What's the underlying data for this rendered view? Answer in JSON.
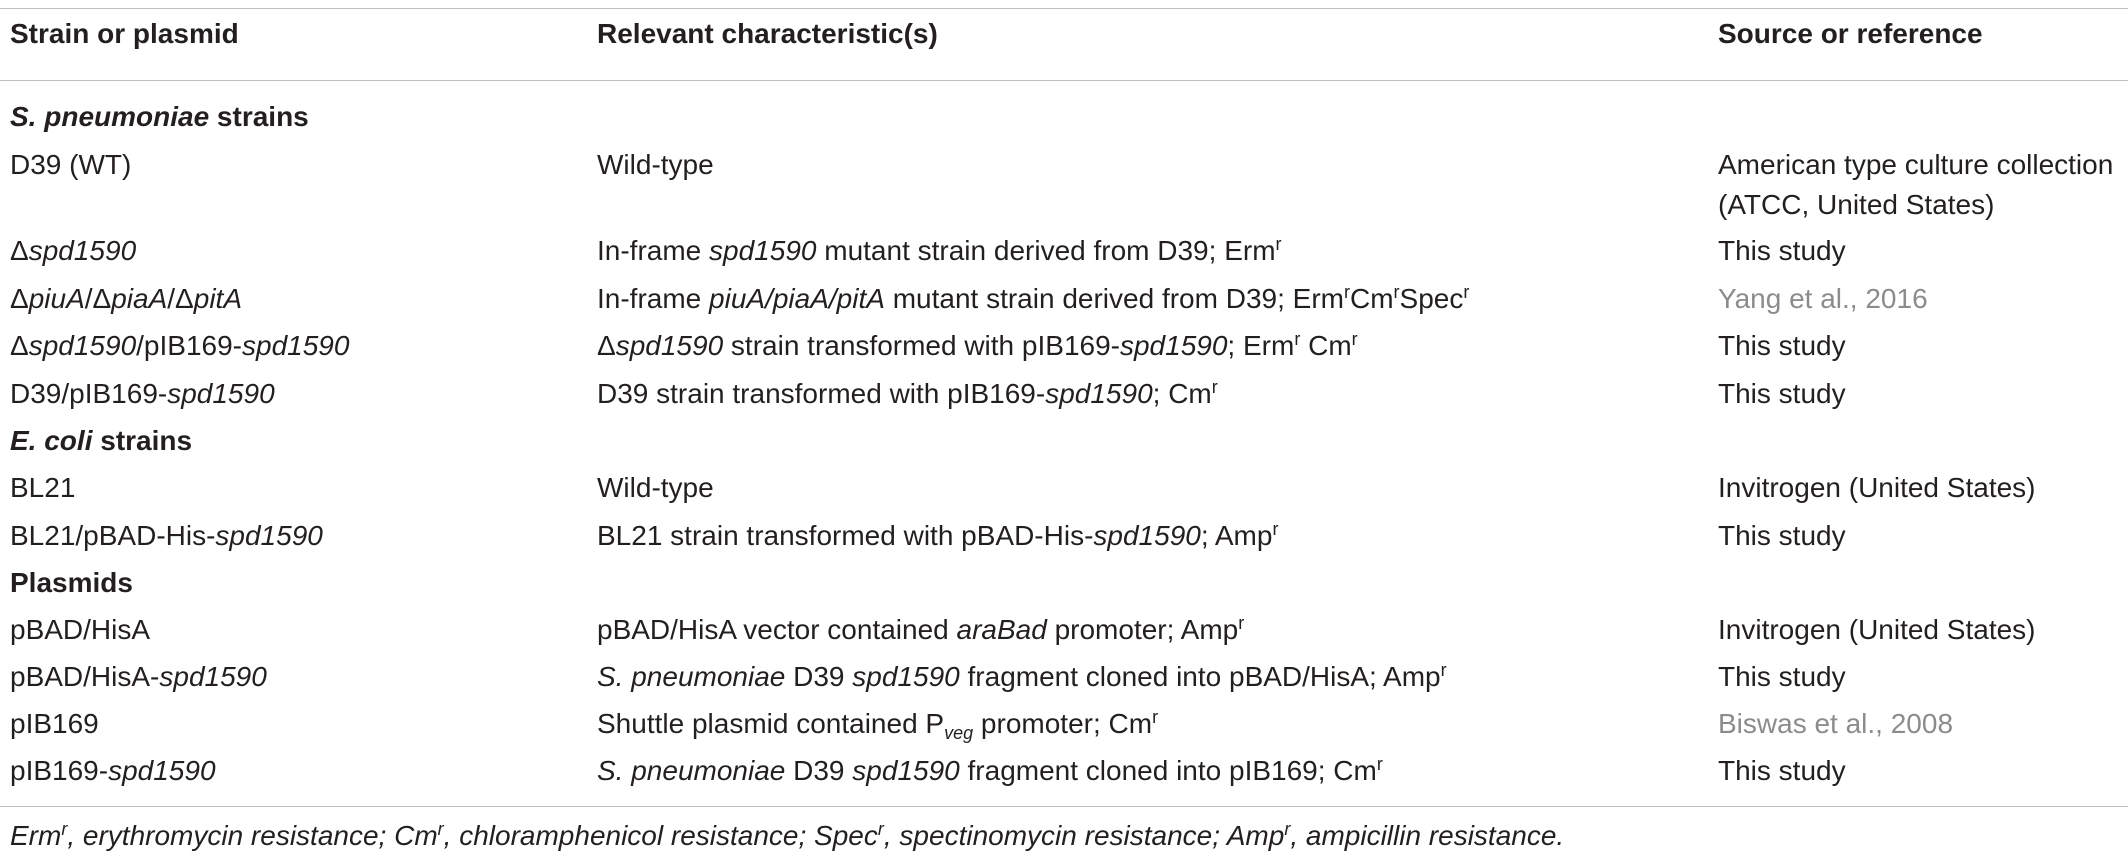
{
  "headers": [
    "Strain or plasmid",
    "Relevant characteristic(s)",
    "Source or reference"
  ],
  "sections": [
    {
      "title": [
        "S. pneumoniae",
        " strains"
      ],
      "rows": [
        {
          "strain": [
            "D39 (WT)"
          ],
          "characteristic": [
            "Wild-type"
          ],
          "source": [
            "American type culture collection (ATCC, United States)"
          ],
          "source_is_link": false
        },
        {
          "strain": [
            "Δ",
            "spd1590"
          ],
          "characteristic": [
            "In-frame ",
            "spd1590",
            " mutant strain derived from D39; Erm",
            "r"
          ],
          "source": [
            "This study"
          ],
          "source_is_link": false
        },
        {
          "strain": [
            "Δ",
            "piuA",
            "/Δ",
            "piaA",
            "/Δ",
            "pitA"
          ],
          "characteristic": [
            "In-frame ",
            "piuA/piaA/pitA",
            " mutant strain derived from D39; Erm",
            "r",
            "Cm",
            "r",
            "Spec",
            "r"
          ],
          "source": [
            "Yang et al., 2016"
          ],
          "source_is_link": true
        },
        {
          "strain": [
            "Δ",
            "spd1590",
            "/pIB169-",
            "spd1590"
          ],
          "characteristic": [
            "Δ",
            "spd1590",
            " strain transformed with pIB169-",
            "spd1590",
            "; Erm",
            "r",
            " Cm",
            "r"
          ],
          "source": [
            "This study"
          ],
          "source_is_link": false
        },
        {
          "strain": [
            "D39/pIB169-",
            "spd1590"
          ],
          "characteristic": [
            "D39 strain transformed with pIB169-",
            "spd1590",
            "; Cm",
            "r"
          ],
          "source": [
            "This study"
          ],
          "source_is_link": false
        }
      ]
    },
    {
      "title": [
        "E. coli",
        " strains"
      ],
      "rows": [
        {
          "strain": [
            "BL21"
          ],
          "characteristic": [
            "Wild-type"
          ],
          "source": [
            "Invitrogen (United States)"
          ],
          "source_is_link": false
        },
        {
          "strain": [
            "BL21/pBAD-His-",
            "spd1590"
          ],
          "characteristic": [
            "BL21 strain transformed with pBAD-His-",
            "spd1590",
            "; Amp",
            "r"
          ],
          "source": [
            "This study"
          ],
          "source_is_link": false
        }
      ]
    },
    {
      "title": [
        "Plasmids"
      ],
      "rows": [
        {
          "strain": [
            "pBAD/HisA"
          ],
          "characteristic": [
            "pBAD/HisA vector contained ",
            "araBad",
            " promoter; Amp",
            "r"
          ],
          "source": [
            "Invitrogen (United States)"
          ],
          "source_is_link": false
        },
        {
          "strain": [
            "pBAD/HisA-",
            "spd1590"
          ],
          "characteristic": [
            "S. pneumoniae",
            " D39 ",
            "spd1590",
            " fragment cloned into pBAD/HisA; Amp",
            "r"
          ],
          "source": [
            "This study"
          ],
          "source_is_link": false
        },
        {
          "strain": [
            "pIB169"
          ],
          "characteristic": [
            "Shuttle plasmid contained P",
            "veg",
            " promoter; Cm",
            "r"
          ],
          "source": [
            "Biswas et al., 2008"
          ],
          "source_is_link": true
        },
        {
          "strain": [
            "pIB169-",
            "spd1590"
          ],
          "characteristic": [
            "S. pneumoniae",
            " D39 ",
            "spd1590",
            " fragment cloned into pIB169; Cm",
            "r"
          ],
          "source": [
            "This study"
          ],
          "source_is_link": false
        }
      ]
    }
  ],
  "footnote": [
    "Erm",
    "r",
    ", erythromycin resistance; Cm",
    "r",
    ", chloramphenicol resistance; Spec",
    "r",
    ", spectinomycin resistance; Amp",
    "r",
    ", ampicillin resistance."
  ],
  "colors": {
    "text": "#231f20",
    "rule": "#bfbfbf",
    "reference_link": "#8c8c8c"
  }
}
